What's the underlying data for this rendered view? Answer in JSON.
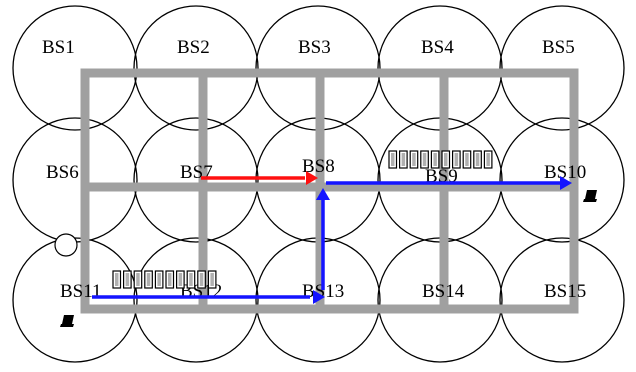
{
  "stations": [
    {
      "label": "BS1"
    },
    {
      "label": "BS2"
    },
    {
      "label": "BS3"
    },
    {
      "label": "BS4"
    },
    {
      "label": "BS5"
    },
    {
      "label": "BS6"
    },
    {
      "label": "BS7"
    },
    {
      "label": "BS8"
    },
    {
      "label": "BS9"
    },
    {
      "label": "BS10"
    },
    {
      "label": "BS11"
    },
    {
      "label": "BS12"
    },
    {
      "label": "BS13"
    },
    {
      "label": "BS14"
    },
    {
      "label": "BS15"
    }
  ],
  "colors": {
    "cell": "#000000",
    "grid": "#a0a0a0",
    "path_blue": "#1414ff",
    "path_red": "#ff1010",
    "packet": "#b0b0b0"
  },
  "icons": {
    "devices": [
      "laptop-icon",
      "laptop-icon"
    ],
    "queues": [
      "packet-queue-icon",
      "packet-queue-icon"
    ],
    "node": "node-circle-icon"
  }
}
